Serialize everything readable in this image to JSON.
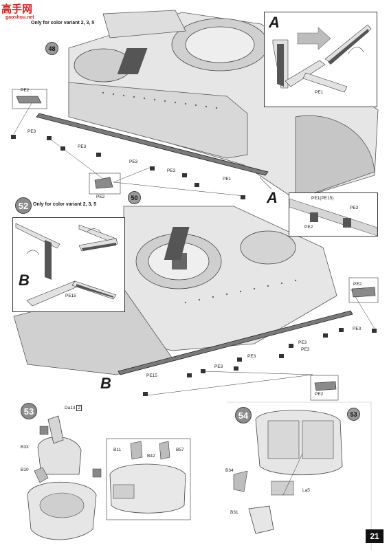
{
  "header": {
    "logo_text": "高手网",
    "logo_url": "gaoshou.net",
    "step51_note": "Only for color variant 2, 3, 5"
  },
  "step51": {
    "ref_part": "48",
    "labels": {
      "pe2_top": "PE2",
      "pe3_a": "PE3",
      "pe3_b": "PE3",
      "pe3_c": "PE3",
      "pe3_d": "PE3",
      "pe1": "PE1",
      "pe2_bottom": "PE2"
    },
    "callout_letter": "A",
    "detail_panel": {
      "letter": "A",
      "pe1_label": "PE1"
    },
    "inset": {
      "pe1_label": "PE1(PE15)",
      "pe2_label": "PE2",
      "pe3_label": "PE3"
    }
  },
  "step52": {
    "number": "52",
    "note": "Only for color variant 2, 3, 5",
    "ref_part": "50",
    "detail_panel": {
      "letter": "B",
      "pe15_label": "PE15"
    },
    "labels": {
      "pe2_top": "PE2",
      "pe3_a": "PE3",
      "pe3_b": "PE3",
      "pe3_c": "PE3",
      "pe3_d": "PE3",
      "pe3_e": "PE3",
      "pe15": "PE15",
      "pe2_bottom": "PE2"
    },
    "callout_letter": "B"
  },
  "step53": {
    "number": "53",
    "labels": {
      "da13": "Da13",
      "da13_suffix": "2",
      "b33": "B33",
      "b10": "B10",
      "b11": "B11",
      "b42": "B42",
      "b57": "B57"
    }
  },
  "step54": {
    "number": "54",
    "ref_part": "53",
    "labels": {
      "b34": "B34",
      "la5": "La5",
      "b31": "B31"
    }
  },
  "page_number": "21"
}
